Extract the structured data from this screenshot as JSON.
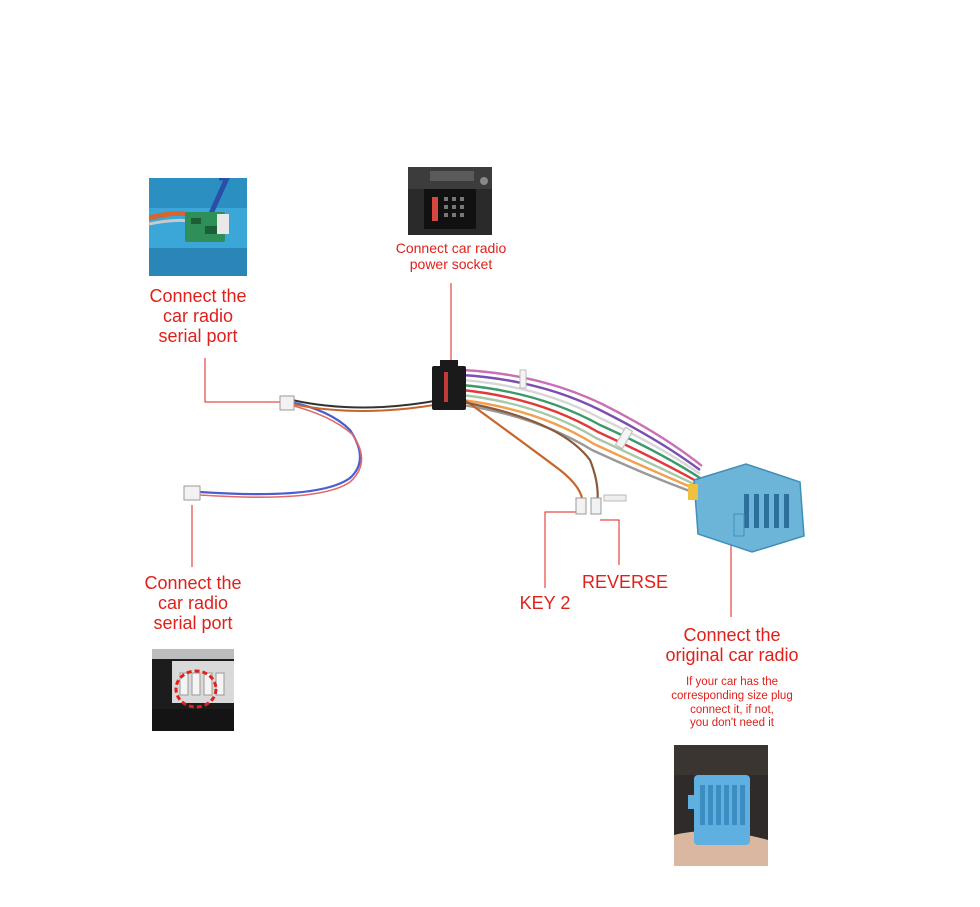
{
  "labels": {
    "serial_port_top": [
      "Connect the",
      "car radio",
      "serial port"
    ],
    "power_socket": [
      "Connect car radio",
      "power socket"
    ],
    "serial_port_bottom": [
      "Connect the",
      "car radio",
      "serial port"
    ],
    "key2": "KEY 2",
    "reverse": "REVERSE",
    "original_radio": [
      "Connect the",
      "original car radio"
    ],
    "original_radio_note": [
      "If your car has the",
      "corresponding size plug",
      "connect it, if not,",
      "you don't need it"
    ]
  },
  "colors": {
    "label_red": "#e0201b",
    "leader_line": "#e0201b",
    "connector_blue": "#6cb4d8",
    "connector_black": "#1a1a1a"
  }
}
